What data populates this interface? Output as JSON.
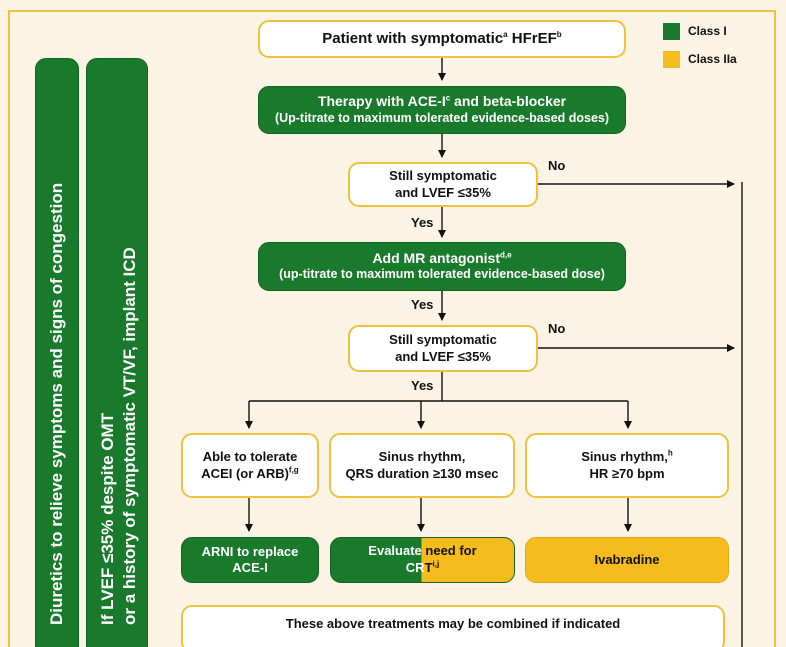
{
  "legend": {
    "items": [
      {
        "label": "Class I",
        "color": "#1a7a2c"
      },
      {
        "label": "Class IIa",
        "color": "#f6bc1e"
      }
    ]
  },
  "side_bars": {
    "diuretics": "Diuretics to relieve symptoms and signs of congestion",
    "icd_line1": "If LVEF ≤35% despite OMT",
    "icd_line2": "or a history of symptomatic VT/VF, implant ICD"
  },
  "nodes": {
    "start": {
      "text": "Patient with symptomatic",
      "sup_a": "a",
      "text2": " HFrEF",
      "sup_b": "b"
    },
    "therapy1": {
      "line1": "Therapy with ACE-I",
      "sup": "c",
      "line1b": " and beta-blocker",
      "line2": "(Up-titrate to maximum tolerated evidence-based doses)"
    },
    "check1": {
      "line1": "Still symptomatic",
      "line2": "and LVEF ≤35%"
    },
    "mra": {
      "line1": "Add MR antagonist",
      "sup": "d,e",
      "line2": "(up-titrate to maximum tolerated evidence-based dose)"
    },
    "check2": {
      "line1": "Still symptomatic",
      "line2": "and LVEF ≤35%"
    },
    "tolerate": {
      "line1": "Able to tolerate",
      "line2": "ACEI (or ARB)",
      "sup": "f,g"
    },
    "sinus_qrs": {
      "line1": "Sinus rhythm,",
      "line2": "QRS duration ≥130 msec"
    },
    "sinus_hr": {
      "line1": "Sinus rhythm,",
      "sup": "h",
      "line2": "HR ≥70 bpm"
    },
    "arni": {
      "line1": "ARNI to replace",
      "line2": "ACE-I"
    },
    "crt": {
      "part1a": "Evaluate",
      "part1b": " need for",
      "part2a": "CR",
      "part2b": "T",
      "sup": "i,j"
    },
    "ivabradine": {
      "text": "Ivabradine"
    },
    "combined": {
      "text": "These above treatments may be combined if indicated"
    }
  },
  "edge_labels": {
    "no1": "No",
    "yes1": "Yes",
    "yes2": "Yes",
    "no2": "No",
    "yes3": "Yes"
  }
}
